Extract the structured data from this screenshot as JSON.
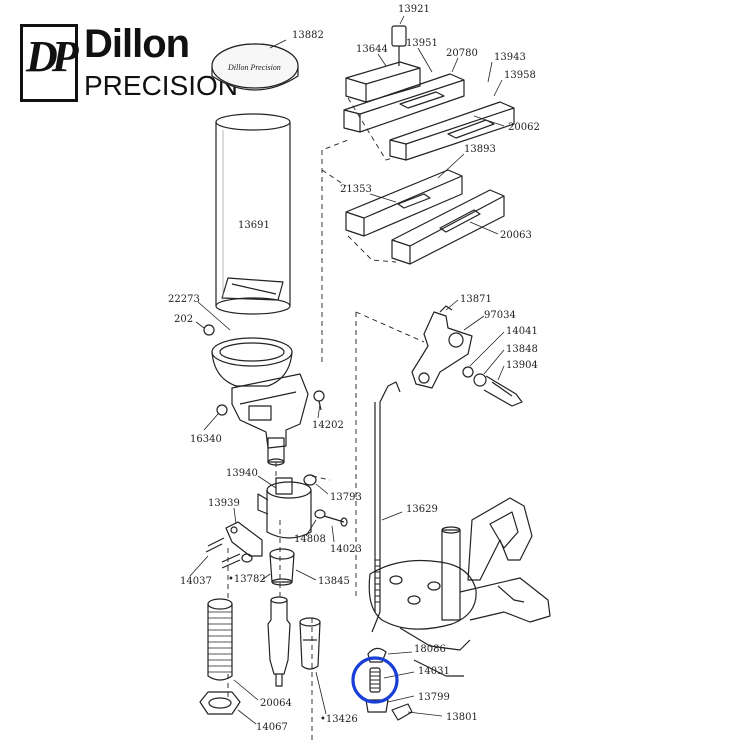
{
  "logo": {
    "brand_line1": "Dillon",
    "brand_line2": "PRECISION",
    "monogram": "DP",
    "cap_lettering": "Dillon Precision"
  },
  "highlight_color": "#1a3fd6",
  "highlighted_part": "14031",
  "part_labels": {
    "p13882": "13882",
    "p13921": "13921",
    "p13644": "13644",
    "p13951": "13951",
    "p20780": "20780",
    "p13943": "13943",
    "p13958": "13958",
    "p20062": "20062",
    "p13893": "13893",
    "p21353": "21353",
    "p20063": "20063",
    "p13691": "13691",
    "p22273": "22273",
    "p202": "202",
    "p14202": "14202",
    "p16340": "16340",
    "p13871": "13871",
    "p97034": "97034",
    "p14041": "14041",
    "p13848": "13848",
    "p13904": "13904",
    "p13940": "13940",
    "p13793": "13793",
    "p13939": "13939",
    "p14808": "14808",
    "p14023": "14023",
    "p13629": "13629",
    "p14037": "14037",
    "p13782": "•13782",
    "p13845": "13845",
    "p18086": "18086",
    "p14031": "14031",
    "p13799": "13799",
    "p13801": "13801",
    "p20064": "20064",
    "p14067": "14067",
    "p13426": "•13426"
  }
}
